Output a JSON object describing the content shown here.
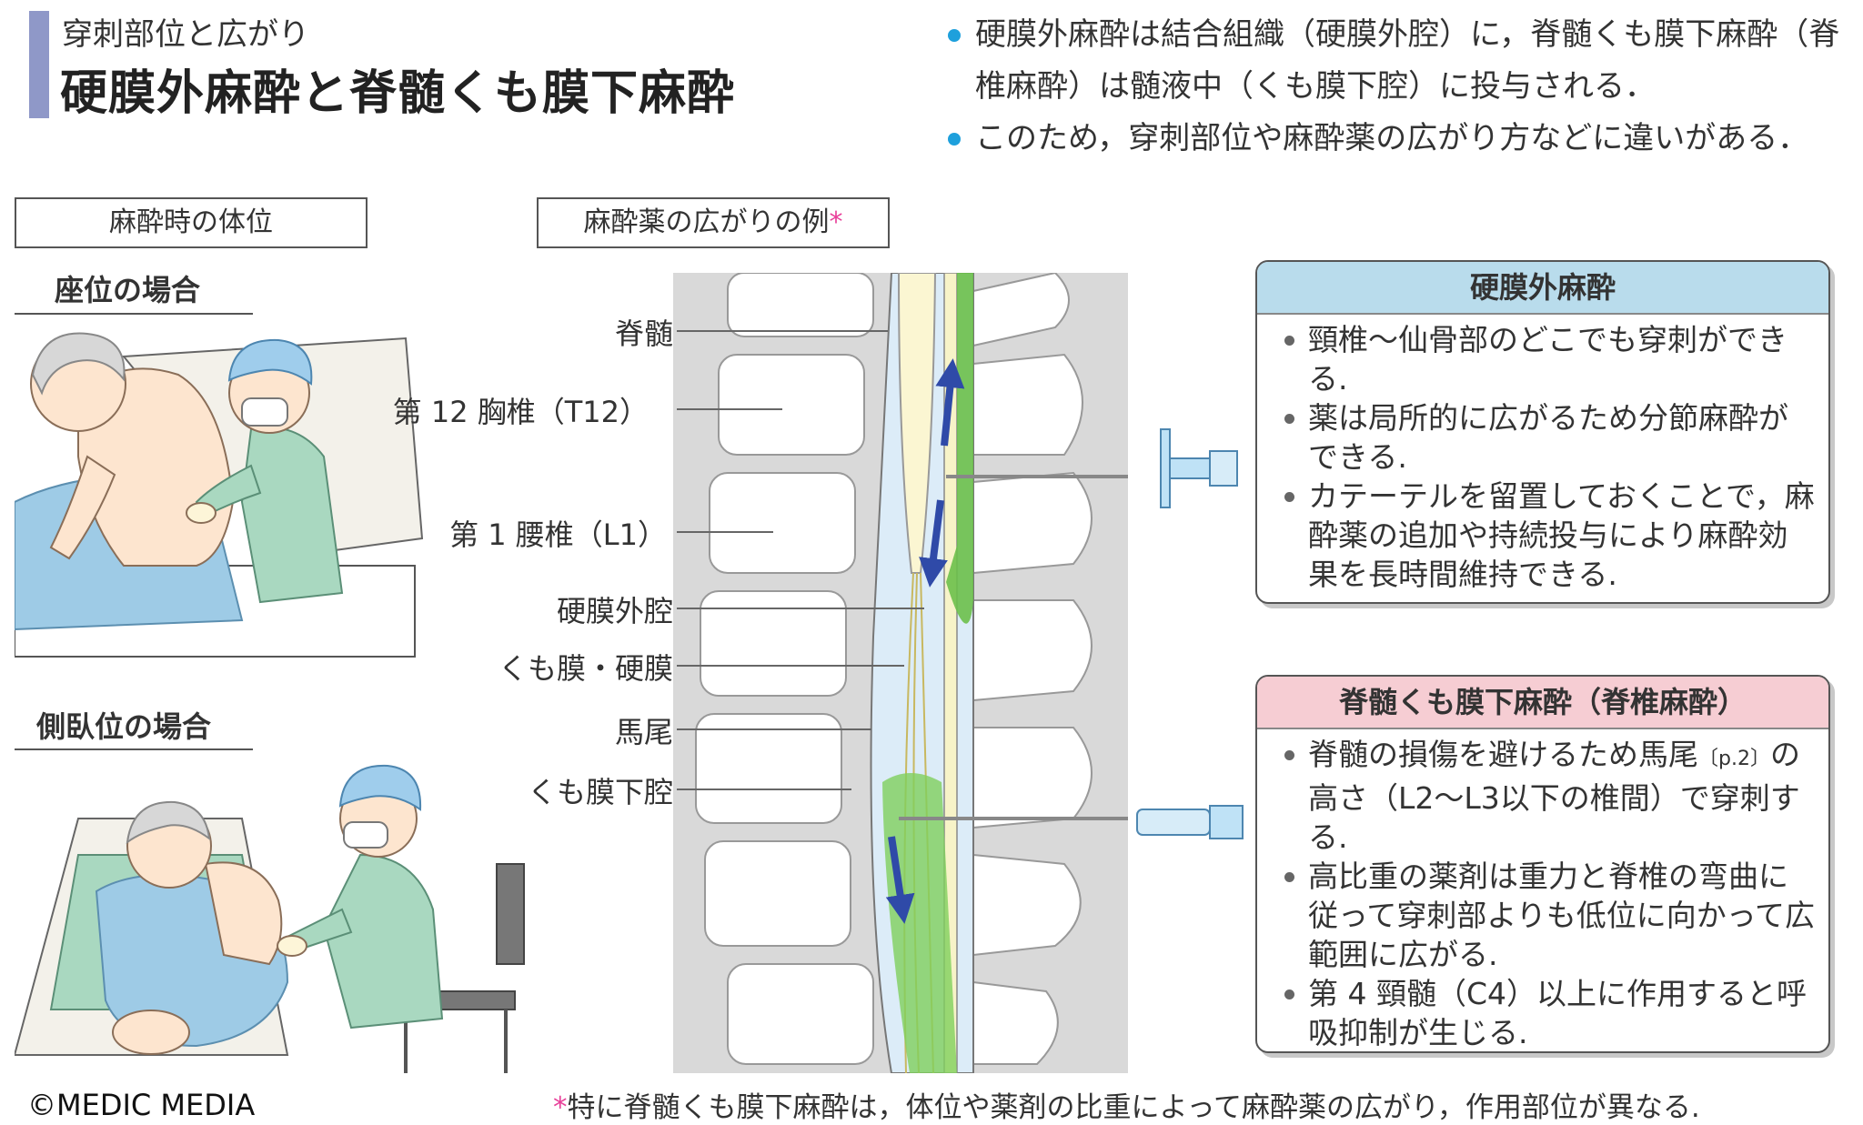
{
  "header": {
    "subtitle": "穿刺部位と広がり",
    "title": "硬膜外麻酔と脊髄くも膜下麻酔"
  },
  "intro_bullets": [
    "硬膜外麻酔は結合組織（硬膜外腔）に，脊髄くも膜下麻酔（脊椎麻酔）は髄液中（くも膜下腔）に投与される．",
    "このため，穿刺部位や麻酔薬の広がり方などに違いがある．"
  ],
  "position_box": {
    "label": "麻酔時の体位"
  },
  "sitting": {
    "label": "座位の場合"
  },
  "lateral": {
    "label": "側臥位の場合"
  },
  "spread_box": {
    "label": "麻酔薬の広がりの例",
    "mark": "*"
  },
  "anatomy_labels": {
    "spinal_cord": "脊髄",
    "t12": "第 12 胸椎（T12）",
    "l1": "第 1 腰椎（L1）",
    "epidural_space": "硬膜外腔",
    "arachnoid_dura": "くも膜・硬膜",
    "cauda_equina": "馬尾",
    "subarachnoid_space": "くも膜下腔"
  },
  "epidural_panel": {
    "title": "硬膜外麻酔",
    "items": [
      "頸椎〜仙骨部のどこでも穿刺ができる.",
      "薬は局所的に広がるため分節麻酔ができる.",
      "カテーテルを留置しておくことで，麻酔薬の追加や持続投与により麻酔効果を長時間維持できる."
    ]
  },
  "spinal_panel": {
    "title": "脊髄くも膜下麻酔（脊椎麻酔）",
    "item1_main": "脊髄の損傷を避けるため馬尾",
    "item1_ref": "〔p.2〕",
    "item1_rest": "の高さ（L2〜L3以下の椎間）で穿刺する.",
    "items": [
      "高比重の薬剤は重力と脊椎の弯曲に従って穿刺部よりも低位に向かって広範囲に広がる.",
      "第 4 頸髄（C4）以上に作用すると呼吸抑制が生じる."
    ]
  },
  "footnote": {
    "mark": "*",
    "text": "特に脊髄くも膜下麻酔は，体位や薬剤の比重によって麻酔薬の広がり，作用部位が異なる."
  },
  "copyright": "©MEDIC MEDIA",
  "colors": {
    "accent_bar": "#8f98c8",
    "bullet_blue": "#1ea0dc",
    "epidural_header": "#b9dcec",
    "spinal_header": "#f6cdd3",
    "drug_green": "#6cc04a",
    "arrow_blue": "#2f4aa8",
    "asterisk_pink": "#e8409a",
    "scrubs": "#a9d8c0",
    "cap": "#9fcdec"
  }
}
